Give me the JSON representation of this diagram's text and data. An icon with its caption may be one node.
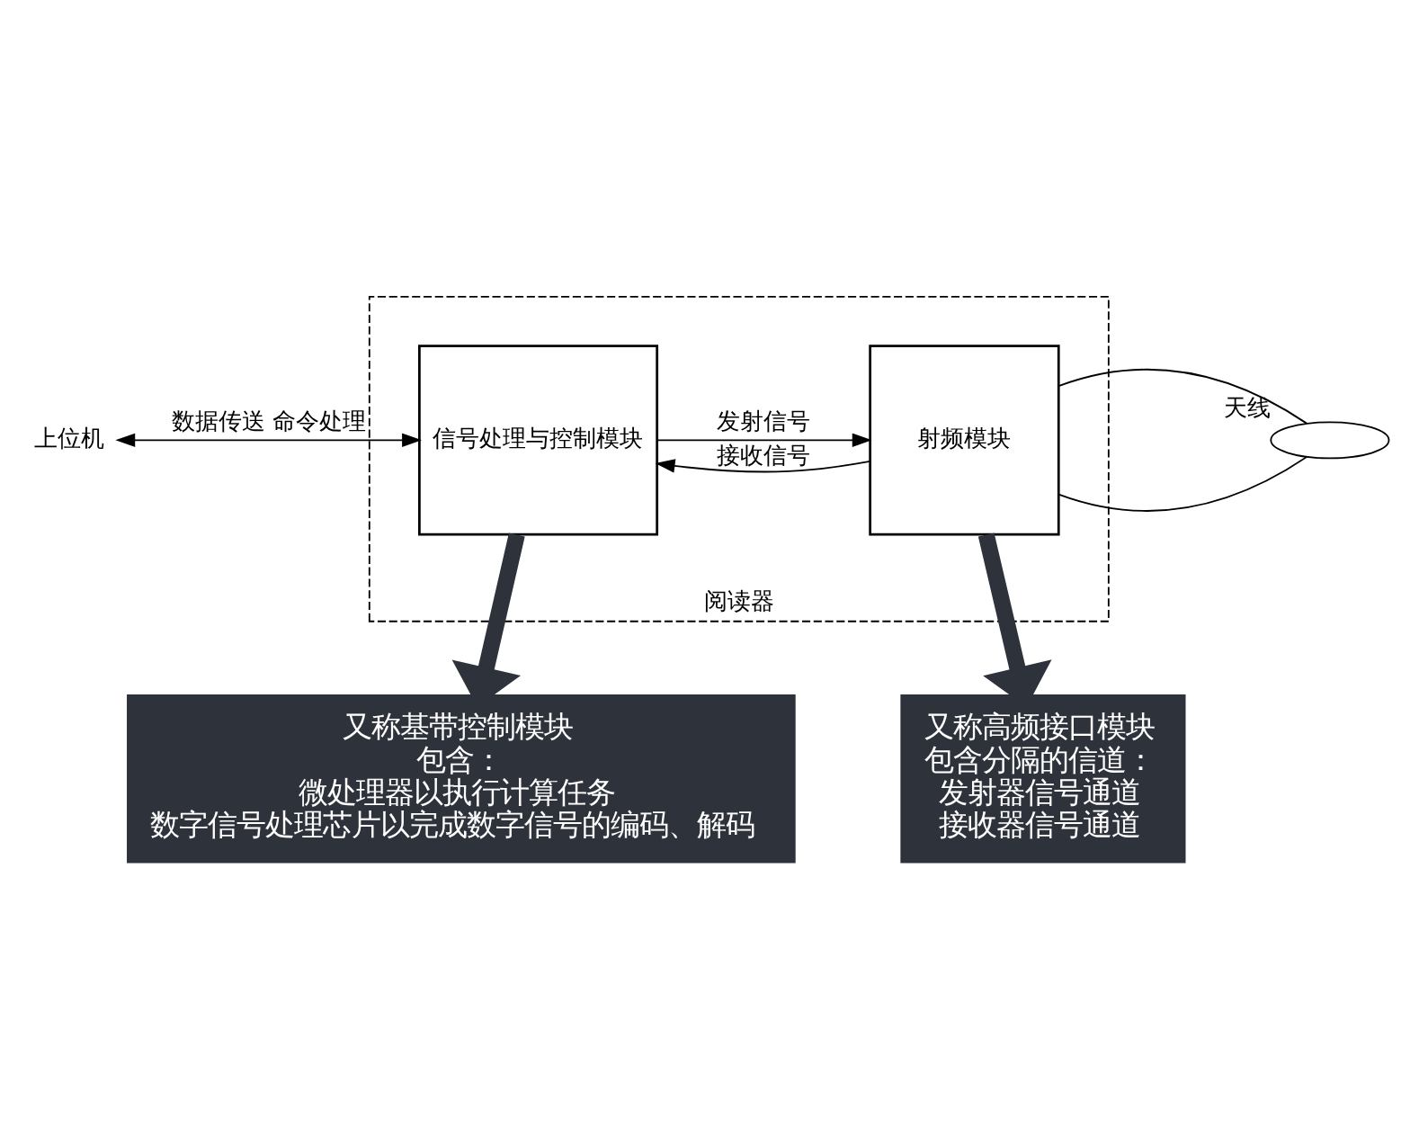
{
  "diagram": {
    "nodes": [
      {
        "text": [
          "上位机"
        ]
      },
      {
        "text": [
          "阅读器"
        ]
      },
      {
        "text": [
          "信号处理与控制模块"
        ],
        "in": 1
      },
      {
        "text": [
          "射频模块"
        ],
        "in": 1
      },
      {
        "text": [],
        "shape": "coil",
        "beside": [
          "天线"
        ]
      },
      {
        "text": [
          "又称基带控制模块",
          "包含：",
          "微处理器以执行计算任务",
          "数字信号处理芯片以完成数字信号的编码、解码"
        ]
      },
      {
        "text": [
          "又称高频接口模块",
          "包含分隔的信道：",
          "发射器信号通道",
          "接收器信号通道"
        ]
      }
    ],
    "edges": [
      {
        "from": 0,
        "to": 2,
        "arrow": "both",
        "label": "数据传送 命令处理"
      },
      {
        "from": 2,
        "to": 3,
        "arrow": "to",
        "label": "发射信号"
      },
      {
        "from": 3,
        "to": 2,
        "arrow": "to",
        "label": "接收信号"
      },
      {
        "from": 3,
        "to": 4,
        "arrow": "none"
      },
      {
        "from": 3,
        "to": 4,
        "arrow": "none"
      },
      {
        "from": 2,
        "to": 5,
        "arrow": "to",
        "style": "thick",
        "color": "#2e323b"
      },
      {
        "from": 3,
        "to": 6,
        "arrow": "to",
        "style": "thick",
        "color": "#2e323b"
      }
    ]
  }
}
